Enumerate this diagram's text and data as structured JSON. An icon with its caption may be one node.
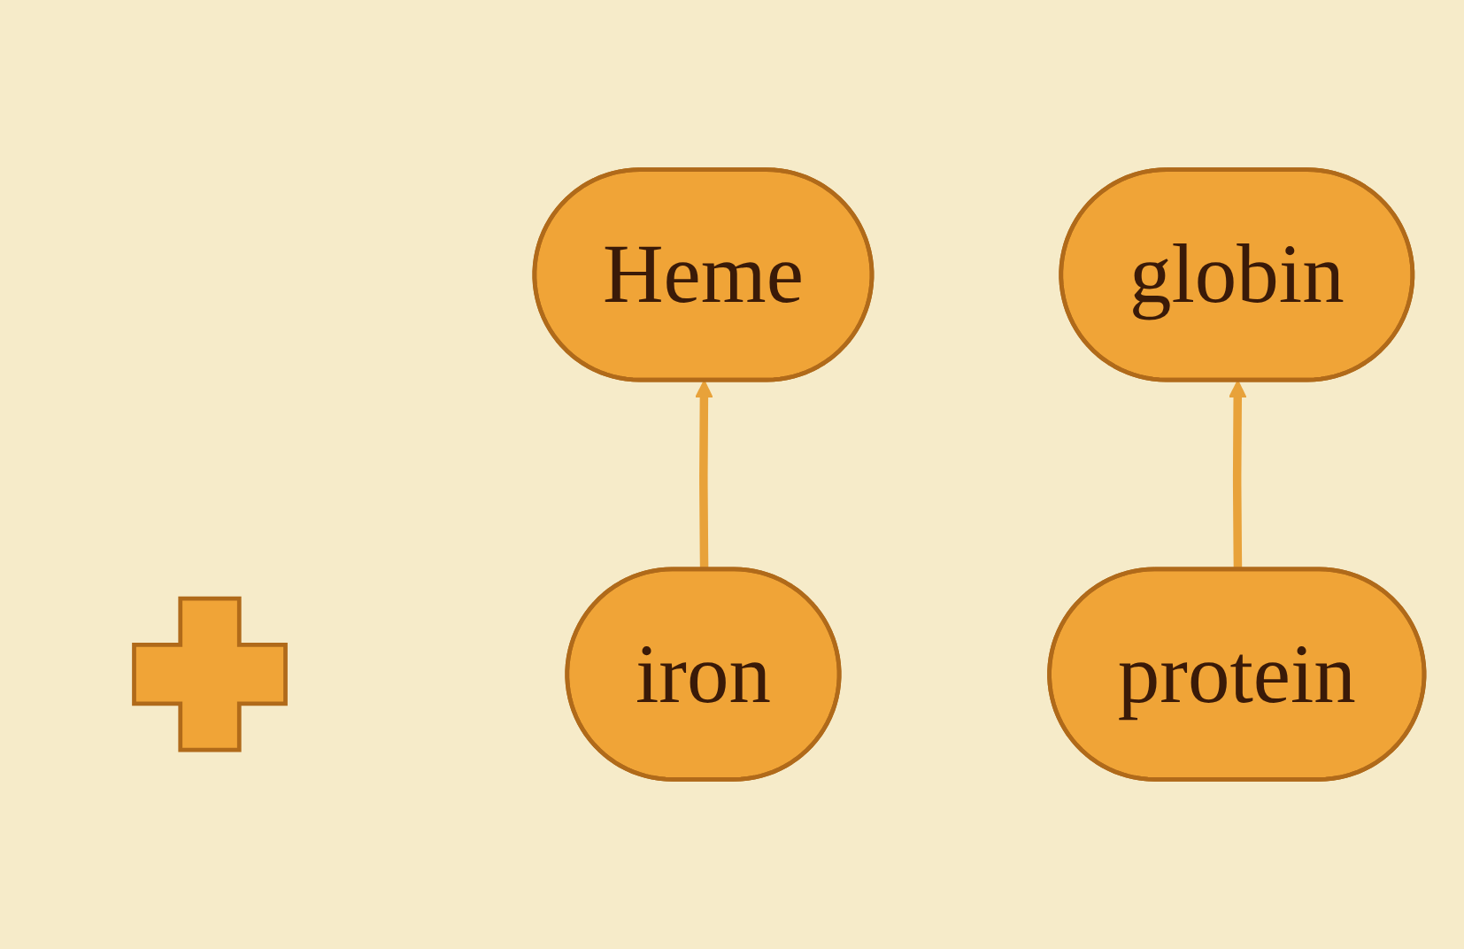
{
  "diagram": {
    "nodes": [
      {
        "text": [
          "Heme"
        ]
      },
      {
        "text": [],
        "shape": "cross"
      },
      {
        "text": [
          "globin"
        ]
      },
      {
        "text": [
          "iron"
        ]
      },
      {
        "text": [
          "protein"
        ]
      }
    ],
    "edges": [
      {
        "from": 3,
        "to": 0,
        "arrow": "to"
      },
      {
        "from": 4,
        "to": 2,
        "arrow": "to"
      }
    ]
  }
}
